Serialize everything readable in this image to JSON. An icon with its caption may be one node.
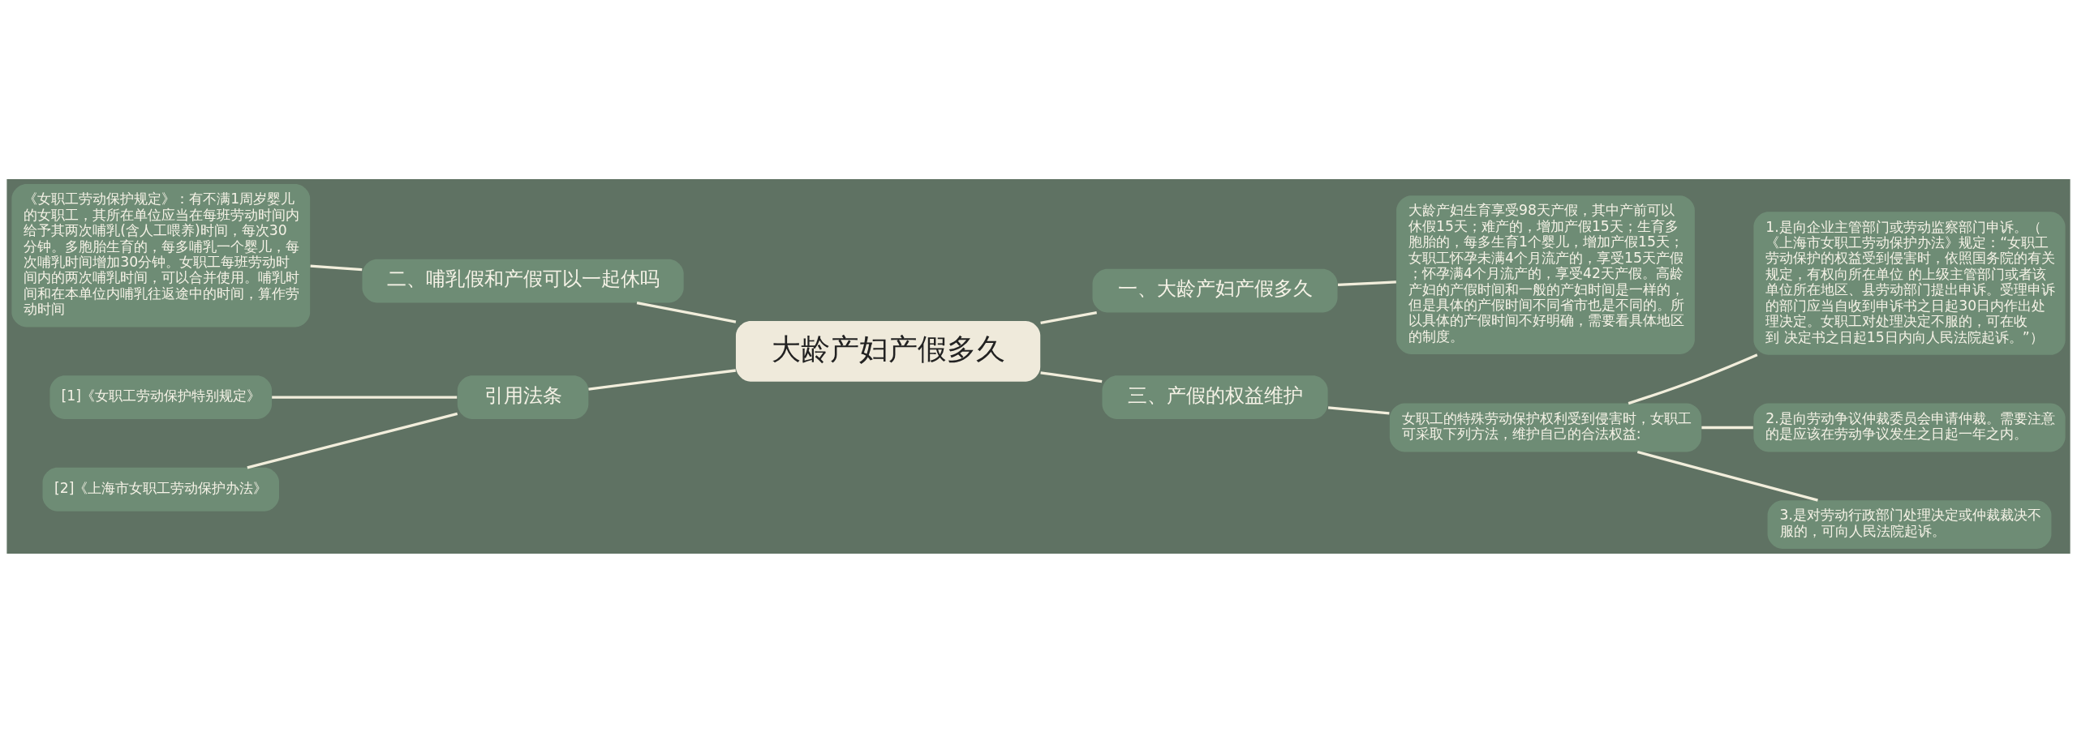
{
  "diagram": {
    "nodes": [
      {
        "text": [
          "大龄产妇产假多久"
        ]
      },
      {
        "text": [
          "一、大龄产妇产假多久"
        ]
      },
      {
        "text": [
          "大龄产妇生育享受98天产假，其中产前可以休假15天；难产的，增加产假15天；生育多胞胎的，每多生育1个婴儿，增加产假15天；女职工怀孕未满4个月流产的，享受15天产假；怀孕满4个月流产的，享受42天产假。高龄产妇的产假时间和一般的产妇时间是一样的，但是具体的产假时间不同省市也是不同的。所以具体的产假时间不好明确，需要看具体地区的制度。"
        ]
      },
      {
        "text": [
          "二、哺乳假和产假可以一起休吗"
        ]
      },
      {
        "text": [
          "《女职工劳动保护规定》：有不满1周岁婴儿的女职工，其所在单位应当在每班劳动时间内给予其两次哺乳(含人工喂养)时间，每次30分钟。多胞胎生育的，每多哺乳一个婴儿，每次哺乳时间增加30分钟。女职工每班劳动时间内的两次哺乳时间，可以合并使用。哺乳时间和在本单位内哺乳往返途中的时间，算作劳动时间"
        ]
      },
      {
        "text": [
          "引用法条"
        ]
      },
      {
        "text": [
          "[1]《女职工劳动保护特别规定》"
        ]
      },
      {
        "text": [
          "[2]《上海市女职工劳动保护办法》"
        ]
      },
      {
        "text": [
          "三、产假的权益维护"
        ]
      },
      {
        "text": [
          "女职工的特殊劳动保护权利受到侵害时，女职工可采取下列方法，维护自己的合法权益:"
        ]
      },
      {
        "text": [
          "1.是向企业主管部门或劳动监察部门申诉。（《上海市女职工劳动保护办法》规定：“女职工劳动保护的权益受到侵害时，依照国务院的有关规定，有权向所在单位 的上级主管部门或者该单位所在地区、县劳动部门提出申诉。受理申诉的部门应当自收到申诉书之日起30日内作出处理决定。女职工对处理决定不服的，可在收到 决定书之日起15日内向人民法院起诉。”）"
        ]
      },
      {
        "text": [
          "2.是向劳动争议仲裁委员会申请仲裁。需要注意的是应该在劳动争议发生之日起一年之内。"
        ]
      },
      {
        "text": [
          "3.是对劳动行政部门处理决定或仲裁裁决不服的，可向人民法院起诉。"
        ]
      }
    ],
    "edges": [
      {
        "from": 0,
        "to": 1,
        "arrow": "none"
      },
      {
        "from": 1,
        "to": 2,
        "arrow": "none"
      },
      {
        "from": 0,
        "to": 3,
        "arrow": "none"
      },
      {
        "from": 3,
        "to": 4,
        "arrow": "none"
      },
      {
        "from": 0,
        "to": 5,
        "arrow": "none"
      },
      {
        "from": 5,
        "to": 6,
        "arrow": "none"
      },
      {
        "from": 5,
        "to": 7,
        "arrow": "none"
      },
      {
        "from": 0,
        "to": 8,
        "arrow": "none"
      },
      {
        "from": 8,
        "to": 9,
        "arrow": "none"
      },
      {
        "from": 9,
        "to": 10,
        "arrow": "none"
      },
      {
        "from": 9,
        "to": 11,
        "arrow": "none"
      },
      {
        "from": 9,
        "to": 12,
        "arrow": "none"
      }
    ]
  }
}
